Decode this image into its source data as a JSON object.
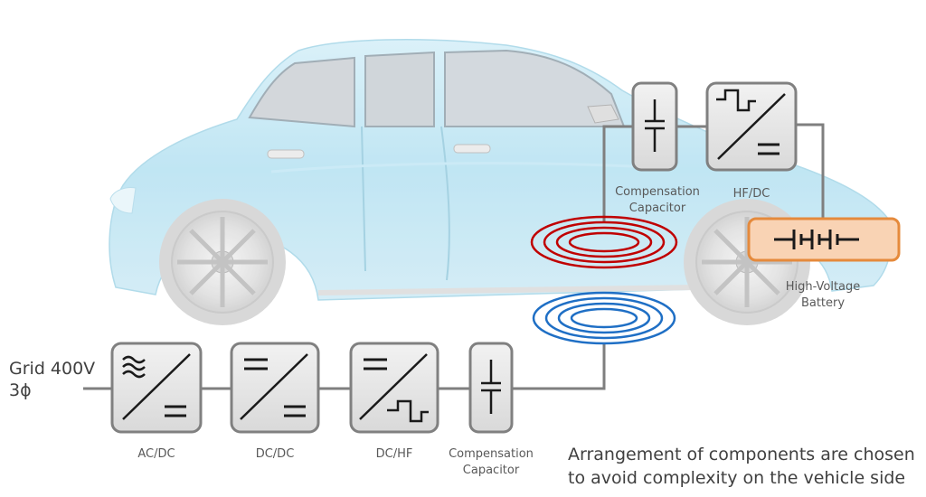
{
  "grid": {
    "line1": "Grid 400V",
    "line2": "3ϕ"
  },
  "stages": {
    "ac_dc": "AC/DC",
    "dc_dc": "DC/DC",
    "dc_hf": "DC/HF",
    "comp_ground": {
      "line1": "Compensation",
      "line2": "Capacitor"
    },
    "comp_vehicle": {
      "line1": "Compensation",
      "line2": "Capacitor"
    },
    "hf_dc": "HF/DC",
    "battery": {
      "line1": "High-Voltage",
      "line2": "Battery"
    }
  },
  "caption": {
    "line1": "Arrangement of components are chosen",
    "line2": "to avoid complexity on the vehicle side"
  },
  "colors": {
    "car_body": "#a9dcef",
    "block_fill": "#e6e6e6",
    "block_stroke": "#808080",
    "wire": "#7f7f7f",
    "vehicle_coil": "#c00000",
    "ground_coil": "#1f6fc5",
    "battery_fill": "#f9d3b4",
    "battery_stroke": "#e58a3c"
  }
}
